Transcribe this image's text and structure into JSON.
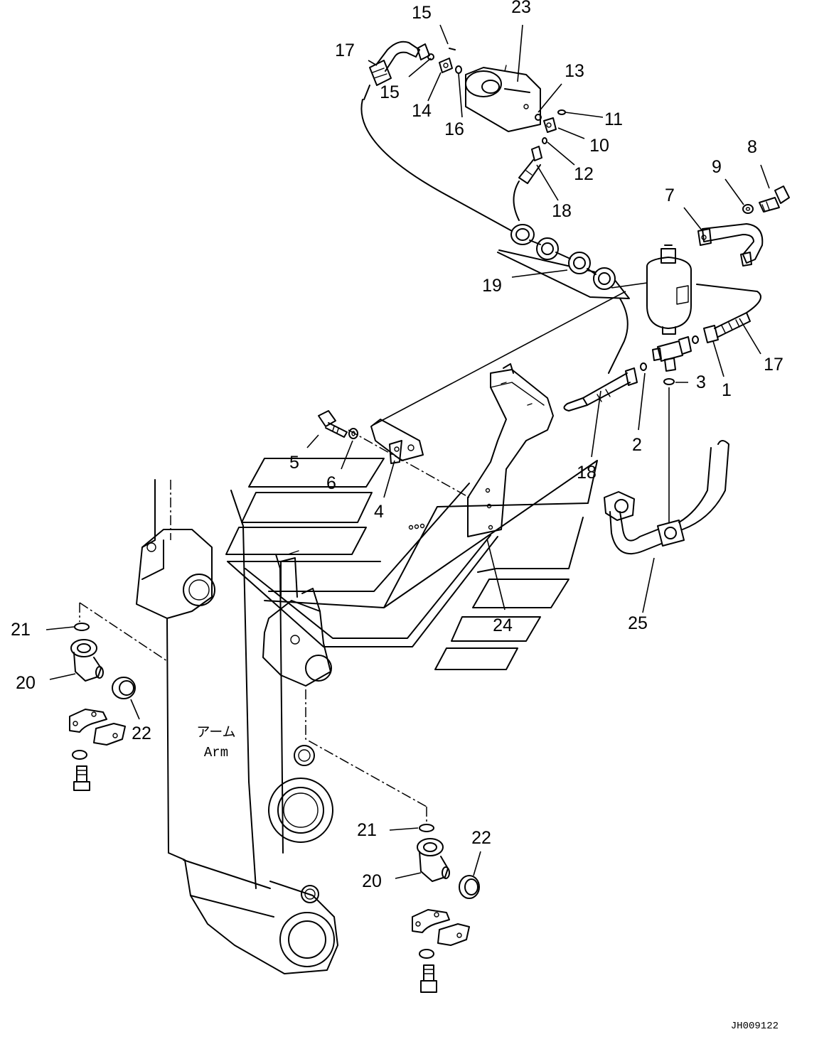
{
  "callouts": [
    {
      "num": "1"
    },
    {
      "num": "2"
    },
    {
      "num": "3"
    },
    {
      "num": "4"
    },
    {
      "num": "5"
    },
    {
      "num": "6"
    },
    {
      "num": "7"
    },
    {
      "num": "8"
    },
    {
      "num": "9"
    },
    {
      "num": "10"
    },
    {
      "num": "11"
    },
    {
      "num": "12"
    },
    {
      "num": "13"
    },
    {
      "num": "14"
    },
    {
      "num": "15"
    },
    {
      "num": "15"
    },
    {
      "num": "16"
    },
    {
      "num": "17"
    },
    {
      "num": "17"
    },
    {
      "num": "18"
    },
    {
      "num": "18"
    },
    {
      "num": "19"
    },
    {
      "num": "20"
    },
    {
      "num": "20"
    },
    {
      "num": "21"
    },
    {
      "num": "21"
    },
    {
      "num": "22"
    },
    {
      "num": "22"
    },
    {
      "num": "23"
    },
    {
      "num": "24"
    },
    {
      "num": "25"
    }
  ],
  "arm_label": {
    "jp": "アーム",
    "en": "Arm"
  },
  "reference_code": "JH009122"
}
